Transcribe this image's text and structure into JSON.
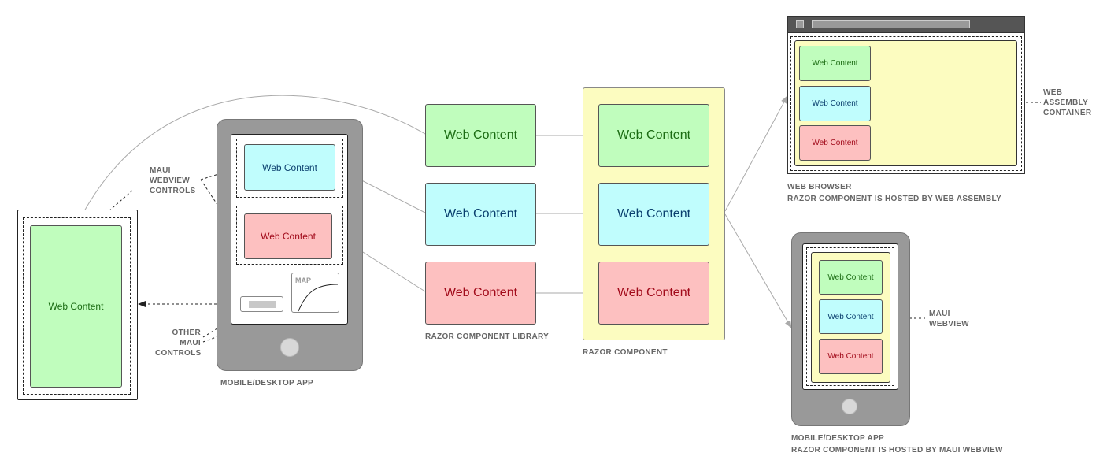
{
  "web_content": "Web Content",
  "map_label": "MAP",
  "labels": {
    "maui_webview_controls": "MAUI\nWEBVIEW\nCONTROLS",
    "other_maui_controls": "OTHER\nMAUI\nCONTROLS",
    "mobile_desktop_app": "MOBILE/DESKTOP APP",
    "razor_component_library": "RAZOR COMPONENT LIBRARY",
    "razor_component": "RAZOR COMPONENT",
    "web_assembly_container": "WEB\nASSEMBLY\nCONTAINER",
    "web_browser": "WEB BROWSER",
    "hosted_by_web_assembly": "RAZOR COMPONENT IS HOSTED BY WEB ASSEMBLY",
    "maui_webview": "MAUI\nWEBVIEW",
    "mobile_desktop_app_2": "MOBILE/DESKTOP APP",
    "hosted_by_maui_webview": "RAZOR COMPONENT IS HOSTED BY MAUI WEBVIEW"
  },
  "colors": {
    "green_fill": "#c0fdbd",
    "cyan_fill": "#c0fdfd",
    "red_fill": "#fdc0c0",
    "yellow_fill": "#fcfcc0",
    "device_gray": "#999999",
    "connector_gray": "#aaaaaa"
  }
}
